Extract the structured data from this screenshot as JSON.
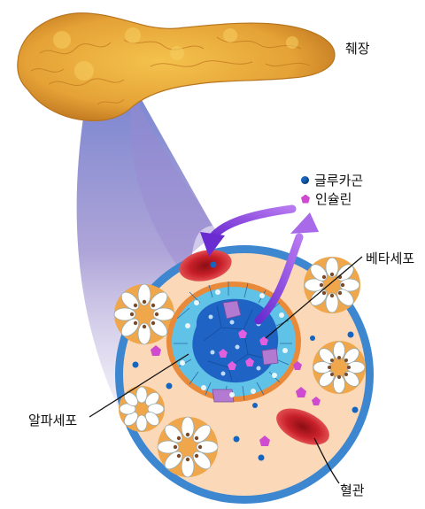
{
  "labels": {
    "pancreas": "췌장",
    "beta_cell": "베타세포",
    "alpha_cell": "알파세포",
    "blood_vessel": "혈관"
  },
  "legend": {
    "glucagon": "글루카곤",
    "insulin": "인슐린"
  },
  "colors": {
    "pancreas": "#e8a83a",
    "capsule_ring": "#3d87d0",
    "tissue": "#fbd9b8",
    "alpha_cell": "#60c2e6",
    "beta_cell": "#1f63c4",
    "delta_cell": "#b27ad0",
    "red_blood_cell": "#c8202a",
    "glucagon_dot": "#1565c0",
    "insulin_pentagon": "#d04ad0",
    "arrow": "#7a3ccf"
  },
  "icons": {
    "glucagon": "blue-dot-icon",
    "insulin": "pink-pentagon-icon"
  }
}
